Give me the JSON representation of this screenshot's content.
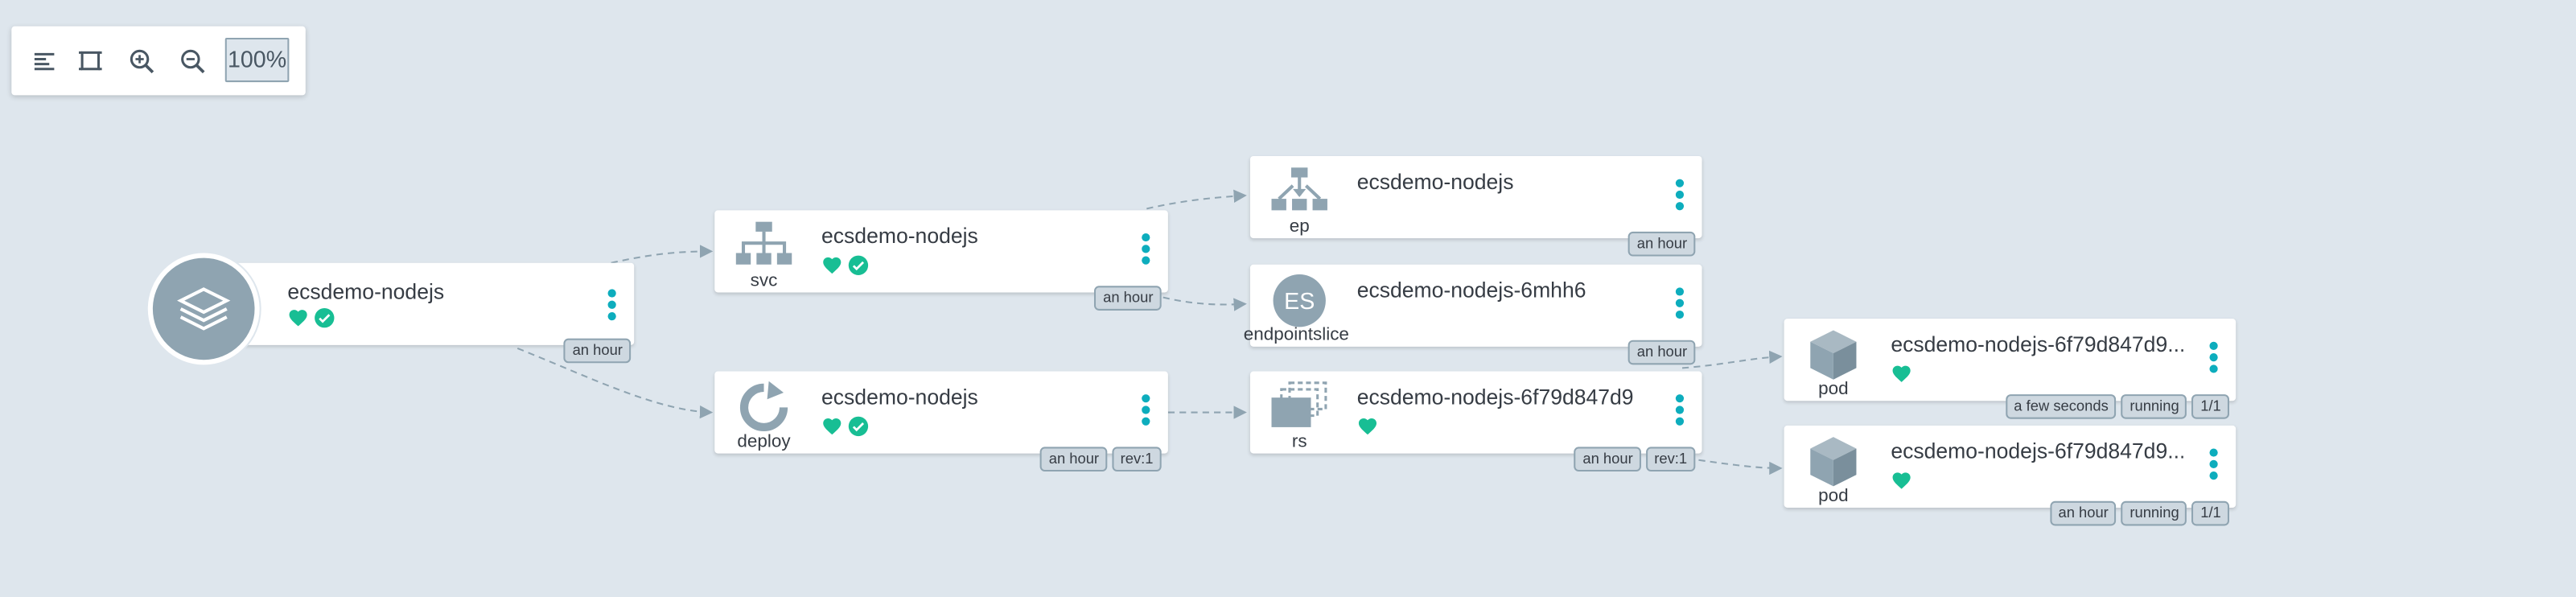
{
  "toolbar": {
    "zoom_label": "100%",
    "buttons": [
      "align-left-icon",
      "fit-screen-icon",
      "zoom-in-icon",
      "zoom-out-icon"
    ]
  },
  "colors": {
    "background": "#dee6ed",
    "health_green": "#18be94",
    "menu_teal": "#0dadbd",
    "icon_gray": "#8fa4b1"
  },
  "nodes": {
    "app": {
      "title": "ecsdemo-nodejs",
      "tags": [
        "an hour"
      ]
    },
    "svc": {
      "kind": "svc",
      "title": "ecsdemo-nodejs",
      "tags": [
        "an hour"
      ]
    },
    "deploy": {
      "kind": "deploy",
      "title": "ecsdemo-nodejs",
      "tags": [
        "an hour",
        "rev:1"
      ]
    },
    "ep": {
      "kind": "ep",
      "title": "ecsdemo-nodejs",
      "tags": [
        "an hour"
      ]
    },
    "eps": {
      "kind": "endpointslice",
      "icon_text": "ES",
      "title": "ecsdemo-nodejs-6mhh6",
      "tags": [
        "an hour"
      ]
    },
    "rs": {
      "kind": "rs",
      "title": "ecsdemo-nodejs-6f79d847d9",
      "tags": [
        "an hour",
        "rev:1"
      ]
    },
    "pod1": {
      "kind": "pod",
      "title": "ecsdemo-nodejs-6f79d847d9...",
      "tags": [
        "a few seconds",
        "running",
        "1/1"
      ]
    },
    "pod2": {
      "kind": "pod",
      "title": "ecsdemo-nodejs-6f79d847d9...",
      "tags": [
        "an hour",
        "running",
        "1/1"
      ]
    }
  }
}
